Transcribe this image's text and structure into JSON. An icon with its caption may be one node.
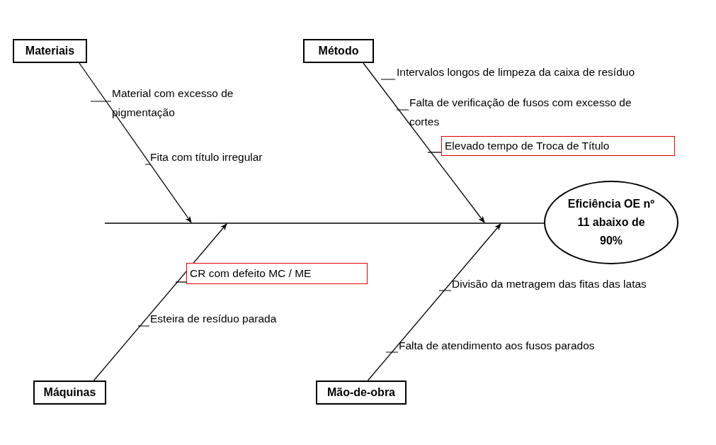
{
  "diagram": {
    "nodes": [
      {
        "text": [
          "Materiais"
        ]
      },
      {
        "text": [
          "Método"
        ]
      },
      {
        "text": [
          "Máquinas"
        ]
      },
      {
        "text": [
          "Mão-de-obra"
        ]
      },
      {
        "text": [
          "Eficiência OE nº 11 abaixo de 90%"
        ]
      },
      {
        "text": [
          "Elevado tempo de Troca de Título"
        ]
      },
      {
        "text": [
          "CR com defeito MC / ME"
        ]
      }
    ],
    "edges": [
      {
        "from": null,
        "to": 4,
        "arrow": "none"
      },
      {
        "from": 0,
        "to": null,
        "arrow": "to"
      },
      {
        "from": 1,
        "to": null,
        "arrow": "to"
      },
      {
        "from": 2,
        "to": null,
        "arrow": "to"
      },
      {
        "from": 3,
        "to": null,
        "arrow": "to"
      },
      {
        "from": null,
        "to": 5,
        "arrow": "none"
      },
      {
        "from": null,
        "to": 6,
        "arrow": "none"
      }
    ],
    "labels": [
      "Material com excesso de pigmentação",
      "Fita com título irregular",
      "Intervalos longos de limpeza da caixa de resíduo",
      "Falta de verificação de fusos com excesso de cortes",
      "Esteira de resíduo parada",
      "Divisão da metragem das fitas das latas",
      "Falta de atendimento aos fusos parados"
    ]
  }
}
